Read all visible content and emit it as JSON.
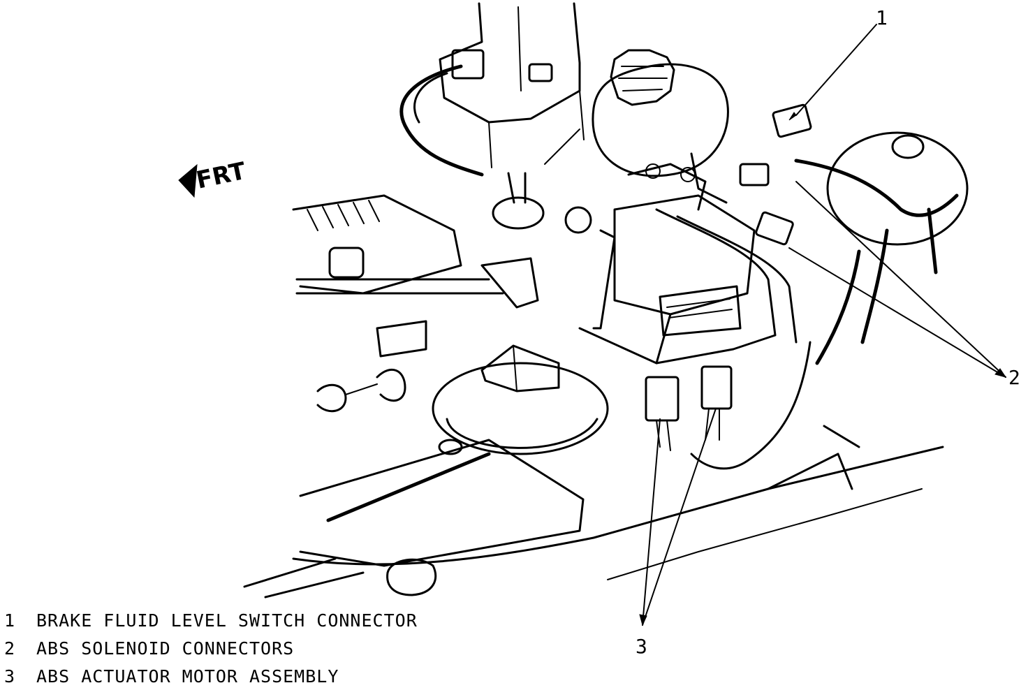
{
  "diagram": {
    "direction_label": "FRT",
    "callouts": [
      {
        "number": "1",
        "text": "BRAKE FLUID LEVEL SWITCH CONNECTOR"
      },
      {
        "number": "2",
        "text": "ABS SOLENOID CONNECTORS"
      },
      {
        "number": "3",
        "text": "ABS ACTUATOR MOTOR ASSEMBLY"
      }
    ]
  }
}
